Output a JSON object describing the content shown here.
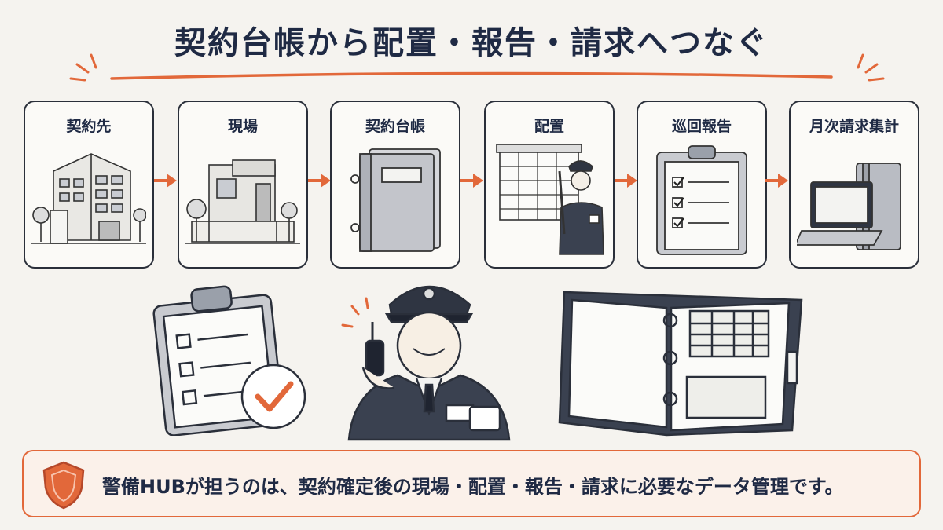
{
  "title": "契約台帳から配置・報告・請求へつなぐ",
  "steps": [
    {
      "label": "契約先",
      "icon": "building-icon"
    },
    {
      "label": "現場",
      "icon": "site-icon"
    },
    {
      "label": "契約台帳",
      "icon": "ledger-binder-icon"
    },
    {
      "label": "配置",
      "icon": "guard-schedule-icon"
    },
    {
      "label": "巡回報告",
      "icon": "checklist-clipboard-icon"
    },
    {
      "label": "月次請求集計",
      "icon": "laptop-binder-icon"
    }
  ],
  "banner": {
    "text": "警備HUBが担うのは、契約確定後の現場・配置・報告・請求に必要なデータ管理です。",
    "icon": "shield-icon"
  },
  "colors": {
    "accent": "#e2683a",
    "navy": "#1f2a44",
    "background": "#f5f3ef",
    "banner_bg": "#fbf1ea"
  }
}
